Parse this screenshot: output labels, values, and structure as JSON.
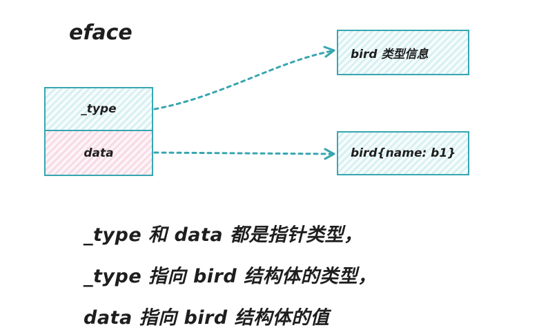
{
  "title": "eface",
  "eface": {
    "type_field": "_type",
    "data_field": "data"
  },
  "targets": {
    "type_info": "bird 类型信息",
    "value": "bird{name: b1}"
  },
  "notes": [
    "_type 和 data 都是指针类型，",
    "_type 指向 bird 结构体的类型，",
    "data 指向 bird 结构体的值"
  ],
  "colors": {
    "accent": "#36a6b0",
    "type_fill": "#d8f0f2",
    "data_fill": "#f7dbe6"
  }
}
